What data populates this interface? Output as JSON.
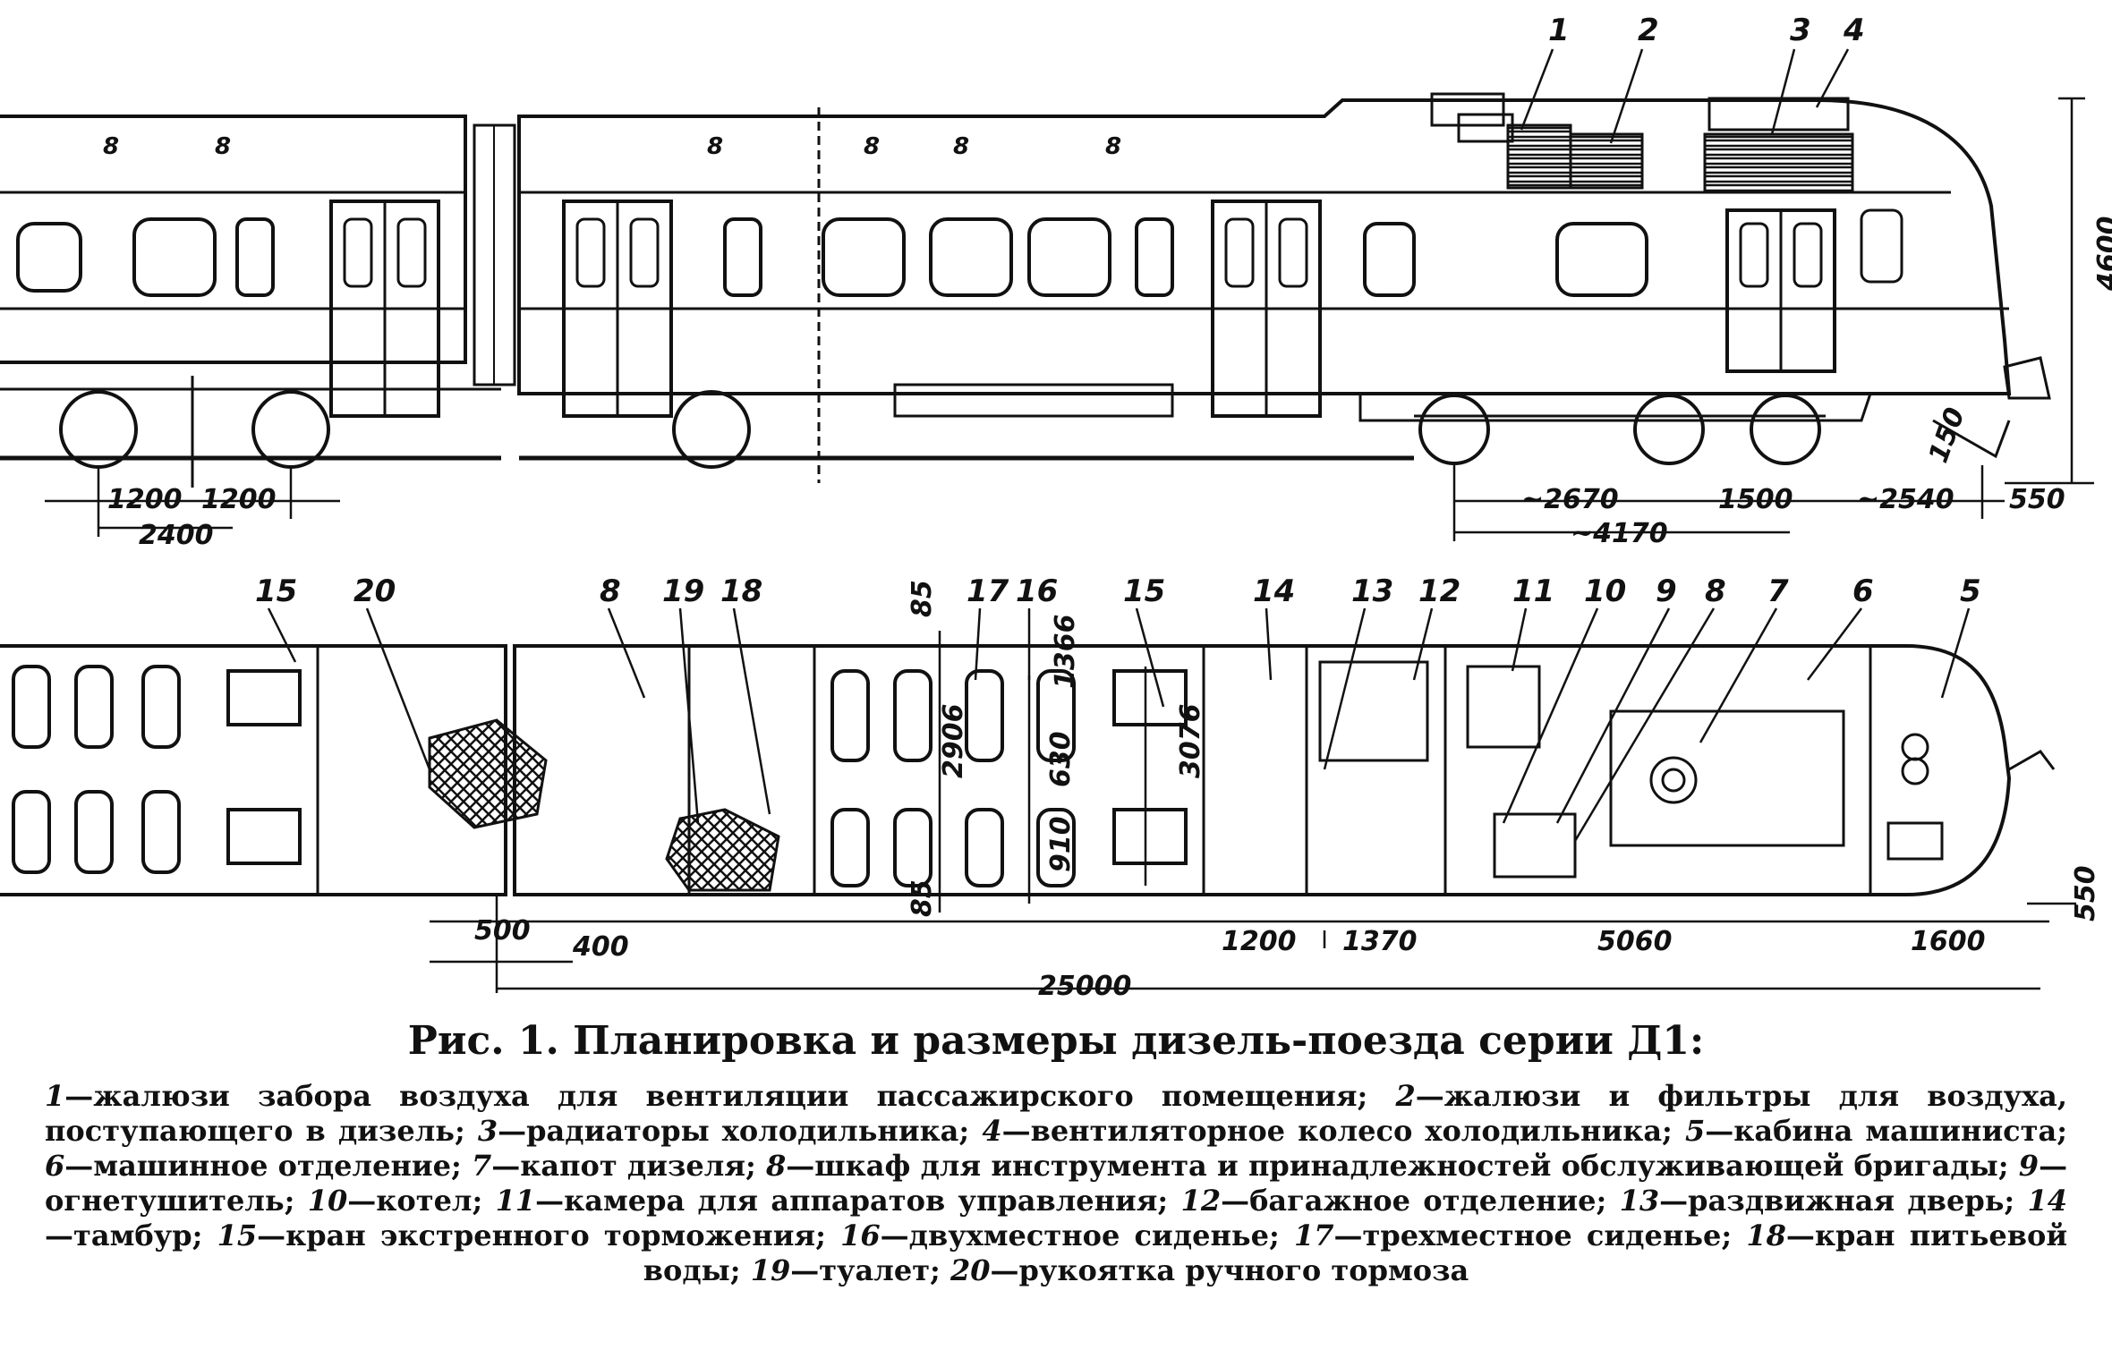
{
  "side_view": {
    "callouts": [
      "1",
      "2",
      "3",
      "4"
    ],
    "window_marks": "8",
    "dims": {
      "bogie_half_a": "1200",
      "bogie_half_b": "1200",
      "bogie_base": "2400",
      "d2670": "~2670",
      "d1500": "1500",
      "d2540": "~2540",
      "d550": "550",
      "d4170": "~4170",
      "d150": "150",
      "height": "4600"
    }
  },
  "plan_view": {
    "callouts": [
      {
        "id": "c15a",
        "label": "15"
      },
      {
        "id": "c20",
        "label": "20"
      },
      {
        "id": "c8a",
        "label": "8"
      },
      {
        "id": "c19",
        "label": "19"
      },
      {
        "id": "c18",
        "label": "18"
      },
      {
        "id": "c17",
        "label": "17"
      },
      {
        "id": "c16",
        "label": "16"
      },
      {
        "id": "c15b",
        "label": "15"
      },
      {
        "id": "c14",
        "label": "14"
      },
      {
        "id": "c13",
        "label": "13"
      },
      {
        "id": "c12",
        "label": "12"
      },
      {
        "id": "c11",
        "label": "11"
      },
      {
        "id": "c10",
        "label": "10"
      },
      {
        "id": "c9",
        "label": "9"
      },
      {
        "id": "c8b",
        "label": "8"
      },
      {
        "id": "c7",
        "label": "7"
      },
      {
        "id": "c6",
        "label": "6"
      },
      {
        "id": "c5",
        "label": "5"
      }
    ],
    "dims": {
      "d85_top": "85",
      "d85_bottom": "85",
      "d2906": "2906",
      "d1366": "1366",
      "d630": "630",
      "d910": "910",
      "d3076": "3076",
      "d500": "500",
      "d400": "400",
      "d1200": "1200",
      "d1370": "1370",
      "d5060": "5060",
      "d1600": "1600",
      "d550": "550",
      "d25000": "25000"
    }
  },
  "caption": "Рис. 1. Планировка и  размеры дизель-поезда серии Д1:",
  "legend": [
    {
      "num": "1",
      "text": "жалюзи забора воздуха для вентиляции пассажирского помещения;"
    },
    {
      "num": "2",
      "text": "жалюзи и фильтры для воздуха, поступающего в дизель;"
    },
    {
      "num": "3",
      "text": "радиаторы холодильника;"
    },
    {
      "num": "4",
      "text": "вентиляторное колесо холодильника;"
    },
    {
      "num": "5",
      "text": "кабина машиниста;"
    },
    {
      "num": "6",
      "text": "машинное отделение;"
    },
    {
      "num": "7",
      "text": "капот дизеля;"
    },
    {
      "num": "8",
      "text": "шкаф для инструмента и принадлежностей обслуживающей бригады;"
    },
    {
      "num": "9",
      "text": "огнетушитель;"
    },
    {
      "num": "10",
      "text": "котел;"
    },
    {
      "num": "11",
      "text": "камера для аппаратов управления;"
    },
    {
      "num": "12",
      "text": "багажное отделение;"
    },
    {
      "num": "13",
      "text": "раздвижная дверь;"
    },
    {
      "num": "14",
      "text": "тамбур;"
    },
    {
      "num": "15",
      "text": "кран экстренного торможения;"
    },
    {
      "num": "16",
      "text": "двухместное сиденье;"
    },
    {
      "num": "17",
      "text": "трехместное сиденье;"
    },
    {
      "num": "18",
      "text": "кран питьевой воды;"
    },
    {
      "num": "19",
      "text": "туалет;"
    },
    {
      "num": "20",
      "text": "рукоятка ручного тормоза"
    }
  ]
}
